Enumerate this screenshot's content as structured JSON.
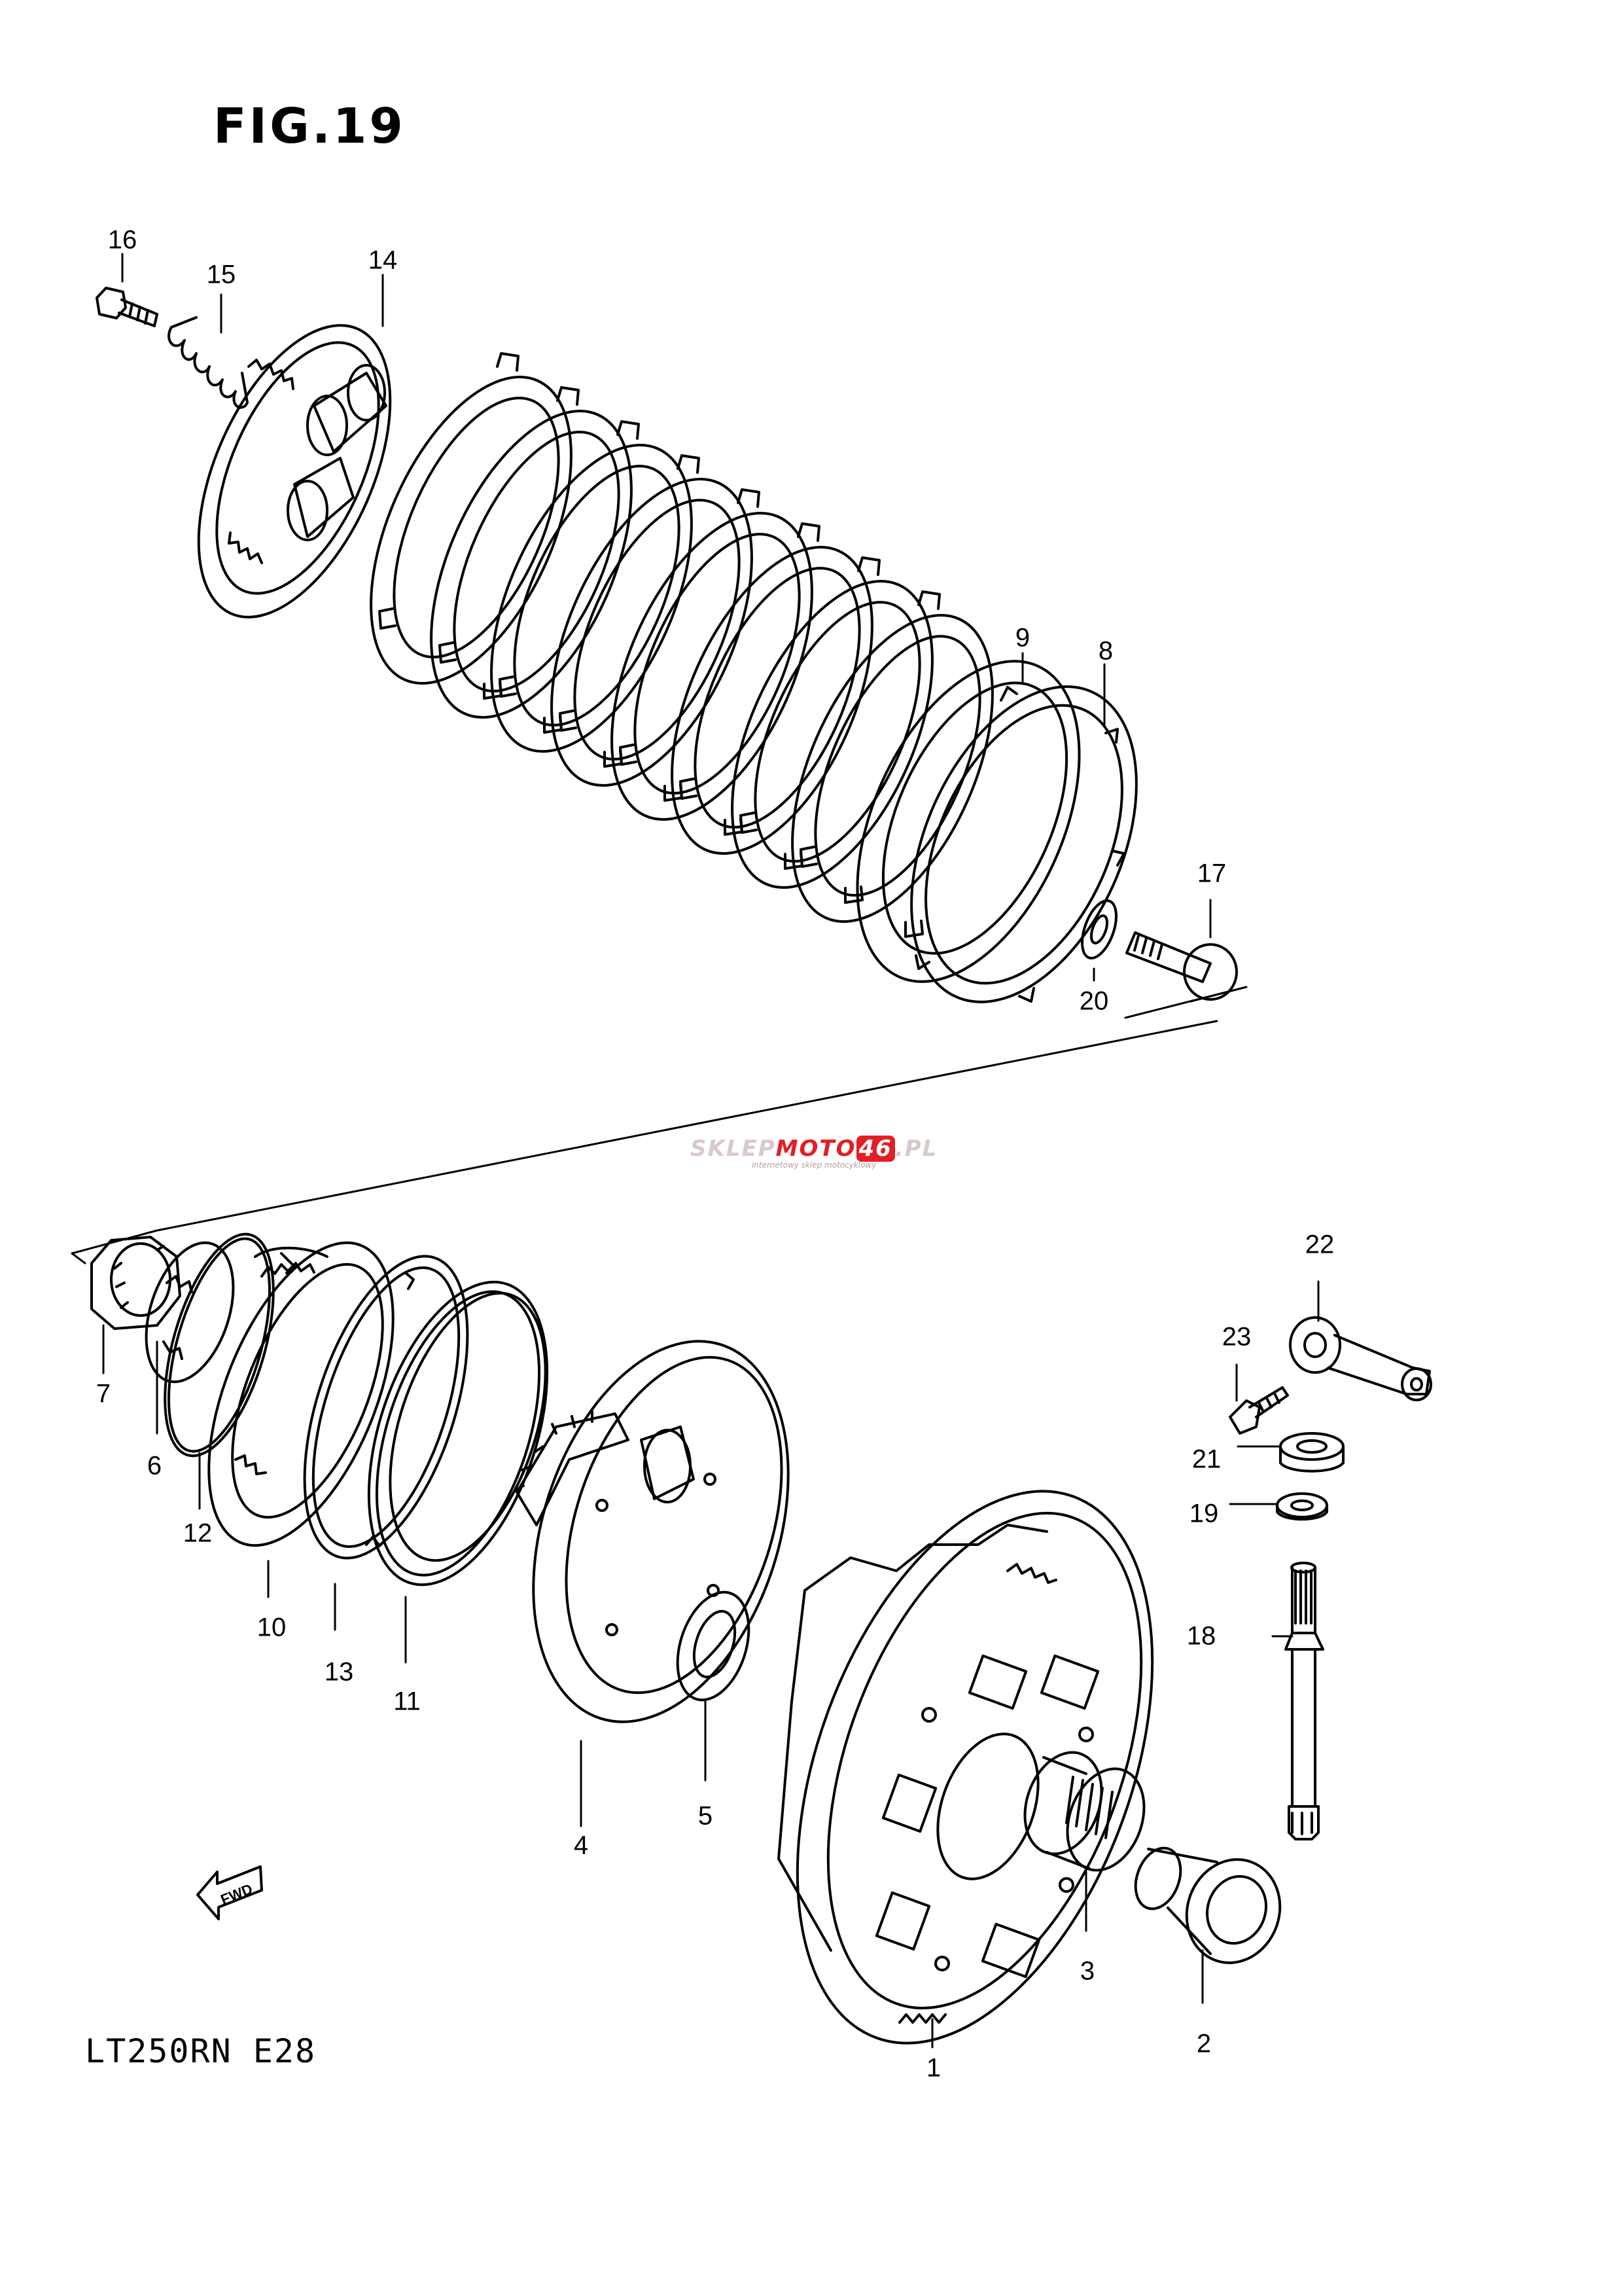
{
  "figure": {
    "title": "FIG.19"
  },
  "model_code": "LT250RN  E28",
  "watermark": {
    "brand_a": "SKLEP",
    "brand_b": "MOTO",
    "brand_c": "46",
    "brand_d": ".PL",
    "tagline": "internetowy sklep motocyklowy",
    "brand_color": "#e31e24",
    "muted_color": "#d9c9c9"
  },
  "fwd_arrow_label": "FWD",
  "callouts": [
    "1",
    "2",
    "3",
    "4",
    "5",
    "6",
    "7",
    "8",
    "9",
    "10",
    "11",
    "12",
    "13",
    "14",
    "15",
    "16",
    "17",
    "18",
    "19",
    "20",
    "21",
    "22",
    "23"
  ],
  "colors": {
    "line": "#000000",
    "background": "#ffffff"
  }
}
